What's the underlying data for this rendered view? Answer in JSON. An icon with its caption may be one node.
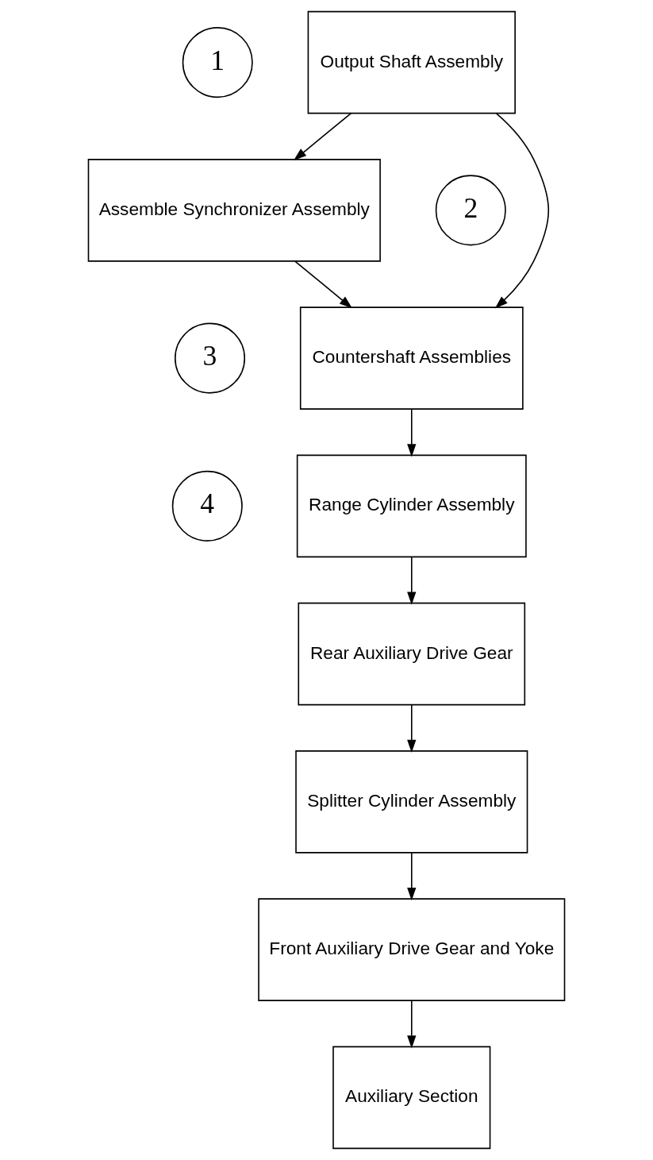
{
  "diagram": {
    "nodes": [
      {
        "text": [
          "1"
        ]
      },
      {
        "text": [
          "Output Shaft Assembly"
        ]
      },
      {
        "text": [
          "Assemble Synchronizer Assembly"
        ]
      },
      {
        "text": [
          "2"
        ]
      },
      {
        "text": [
          "3"
        ]
      },
      {
        "text": [
          "Countershaft Assemblies"
        ]
      },
      {
        "text": [
          "4"
        ]
      },
      {
        "text": [
          "Range Cylinder Assembly"
        ]
      },
      {
        "text": [
          "Rear Auxiliary Drive Gear"
        ]
      },
      {
        "text": [
          "Splitter Cylinder Assembly"
        ]
      },
      {
        "text": [
          "Front Auxiliary Drive Gear and Yoke"
        ]
      },
      {
        "text": [
          "Auxiliary Section"
        ]
      }
    ],
    "edges": [
      {
        "from": 1,
        "to": 2,
        "arrow": "to"
      },
      {
        "from": 1,
        "to": 5,
        "arrow": "to"
      },
      {
        "from": 2,
        "to": 5,
        "arrow": "to"
      },
      {
        "from": 5,
        "to": 7,
        "arrow": "to"
      },
      {
        "from": 7,
        "to": 8,
        "arrow": "to"
      },
      {
        "from": 8,
        "to": 9,
        "arrow": "to"
      },
      {
        "from": 9,
        "to": 10,
        "arrow": "to"
      },
      {
        "from": 10,
        "to": 11,
        "arrow": "to"
      }
    ]
  }
}
